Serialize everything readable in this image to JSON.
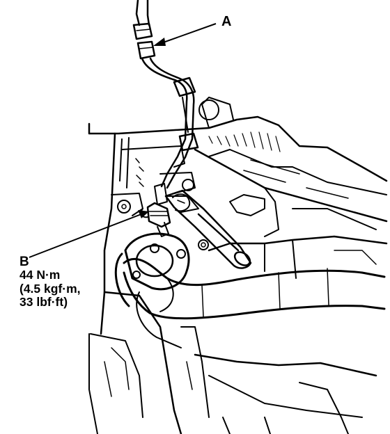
{
  "callouts": {
    "a": {
      "label": "A"
    },
    "b": {
      "label": "B",
      "torque_lines": [
        "44 N·m",
        "(4.5 kgf·m,",
        "33 lbf·ft)"
      ]
    }
  },
  "colors": {
    "ink": "#000000",
    "paper": "#ffffff"
  }
}
